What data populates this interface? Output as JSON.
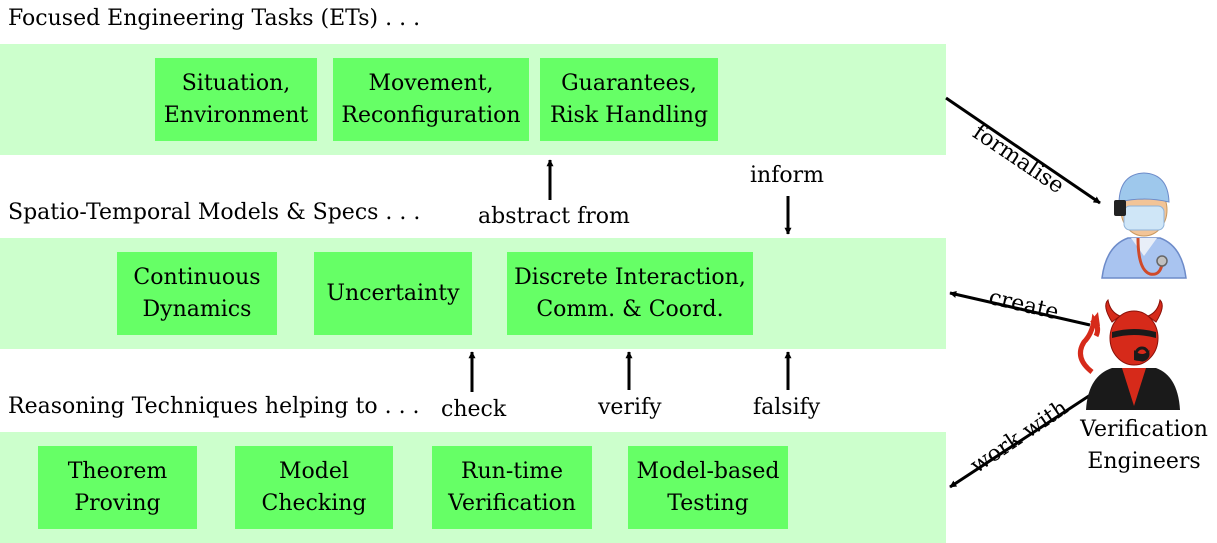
{
  "tiers": {
    "tasks": {
      "heading": "Focused Engineering Tasks (ETs) . . .",
      "boxes": [
        {
          "line1": "Situation,",
          "line2": "Environment"
        },
        {
          "line1": "Movement,",
          "line2": "Reconfiguration"
        },
        {
          "line1": "Guarantees,",
          "line2": "Risk Handling"
        }
      ]
    },
    "models": {
      "heading": "Spatio-Temporal Models & Specs . . .",
      "boxes": [
        {
          "line1": "Continuous",
          "line2": "Dynamics"
        },
        {
          "line1": "Uncertainty",
          "line2": ""
        },
        {
          "line1": "Discrete Interaction,",
          "line2": "Comm. & Coord."
        }
      ]
    },
    "techniques": {
      "heading": "Reasoning Techniques helping to . . .",
      "boxes": [
        {
          "line1": "Theorem",
          "line2": "Proving"
        },
        {
          "line1": "Model",
          "line2": "Checking"
        },
        {
          "line1": "Run-time",
          "line2": "Verification"
        },
        {
          "line1": "Model-based",
          "line2": "Testing"
        }
      ]
    }
  },
  "relations": {
    "abstract_from": "abstract from",
    "inform": "inform",
    "check": "check",
    "verify": "verify",
    "falsify": "falsify",
    "formalise": "formalise",
    "create": "create",
    "work_with": "work with"
  },
  "actors": {
    "engineer_icon": "engineer-person-icon",
    "devil_icon": "devil-person-icon",
    "label_line1": "Verification",
    "label_line2": "Engineers"
  },
  "colors": {
    "band": "#ccffcc",
    "box": "#66ff66"
  }
}
